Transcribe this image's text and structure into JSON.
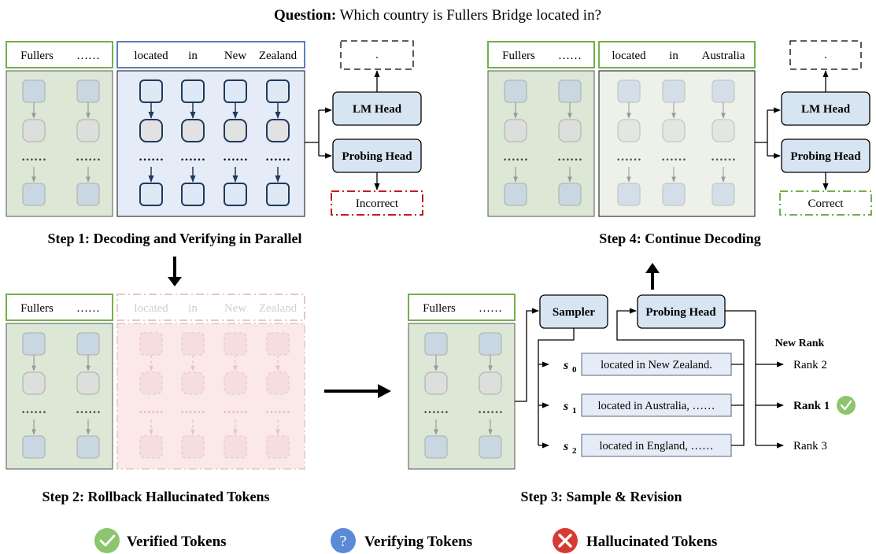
{
  "question": {
    "label": "Question:",
    "text": "Which country is Fullers Bridge located in?"
  },
  "step1": {
    "title": "Step 1: Decoding and Verifying in Parallel",
    "prefix_tokens": [
      "Fullers",
      "……"
    ],
    "new_tokens": [
      "located",
      "in",
      "New",
      "Zealand"
    ],
    "lm_head": "LM Head",
    "probing_head": "Probing Head",
    "output_token": ".",
    "verdict": "Incorrect"
  },
  "step2": {
    "title": "Step 2: Rollback Hallucinated Tokens",
    "prefix_tokens": [
      "Fullers",
      "……"
    ],
    "rolled_back_tokens": [
      "located",
      "in",
      "New",
      "Zealand"
    ]
  },
  "step3": {
    "title": "Step 3: Sample & Revision",
    "prefix_tokens": [
      "Fullers",
      "……"
    ],
    "sampler": "Sampler",
    "probing_head": "Probing Head",
    "candidates": [
      {
        "sym": "s",
        "sub": "0",
        "text": "located in New Zealand."
      },
      {
        "sym": "s",
        "sub": "1",
        "text": "located in Australia, ……"
      },
      {
        "sym": "s",
        "sub": "2",
        "text": "located in England, ……"
      }
    ],
    "rank_header": "New Rank",
    "ranks": [
      "Rank 2",
      "Rank 1",
      "Rank 3"
    ]
  },
  "step4": {
    "title": "Step 4: Continue Decoding",
    "prefix_tokens": [
      "Fullers",
      "……"
    ],
    "new_tokens": [
      "located",
      "in",
      "Australia"
    ],
    "lm_head": "LM Head",
    "probing_head": "Probing Head",
    "output_token": ".",
    "verdict": "Correct"
  },
  "legend": [
    {
      "label": "Verified Tokens",
      "icon": "check-circle-icon",
      "color": "#8cc56e",
      "glyph": "✓"
    },
    {
      "label": "Verifying Tokens",
      "icon": "question-circle-icon",
      "color": "#5b8bd6",
      "glyph": "?"
    },
    {
      "label": "Hallucinated Tokens",
      "icon": "x-circle-icon",
      "color": "#d63b33",
      "glyph": "✕"
    }
  ],
  "colors": {
    "verified_fill": "#dde7d6",
    "verifying_fill": "#e5ecf7",
    "verifying_border": "#2e5a9c",
    "hallucinated_fill": "#fbe8e8",
    "head_fill": "#d7e4f2",
    "green_border": "#71b04a",
    "red_border": "#c0201a"
  }
}
